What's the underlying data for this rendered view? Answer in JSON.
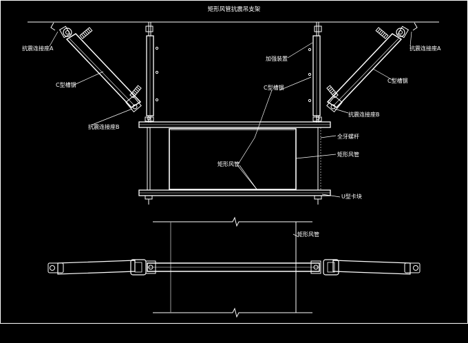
{
  "drawing": {
    "title": "矩形风管抗震吊支架",
    "colors": {
      "background": "#000000",
      "lines": "#ffffff",
      "secondary": "#9a9a9a"
    }
  },
  "labels": {
    "connector_a_left": "抗震连接座A",
    "connector_a_right": "抗震连接座A",
    "c_channel_left": "C型槽钢",
    "c_channel_right": "C型槽钢",
    "c_channel_center": "C型槽钢",
    "connector_b_left": "抗震连接座B",
    "connector_b_right": "抗震连接座B",
    "reinforcement": "加强装置",
    "threaded_rod": "全牙螺杆",
    "rect_duct_right": "矩形风管",
    "rect_duct_center": "矩形风管",
    "u_clamp": "U型卡块",
    "round_duct": "矩形风管"
  }
}
